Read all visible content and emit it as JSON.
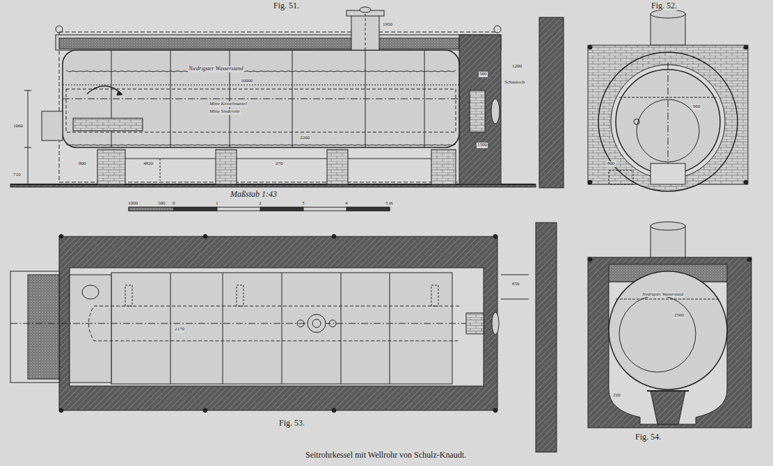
{
  "diagram": {
    "caption": "Seitrohrkessel mit Wellrohr von Schulz-Knaudt.",
    "labels": [
      "Fig. 51.",
      "Fig. 52.",
      "Fig. 53.",
      "Fig. 54.",
      "Maßstab 1:43",
      "1000",
      "500",
      "0",
      "1",
      "2",
      "3",
      "4",
      "5 m",
      "Niedrigster Wasserstand",
      "10000",
      "Mitte Kesselmantel",
      "Mitte Siederohr",
      "1950",
      "2200",
      "500",
      "1200",
      "Schauloch",
      "1500",
      "1060",
      "710",
      "800",
      "4820",
      "270",
      "650",
      "2170",
      "960",
      "800",
      "2500",
      "Niedrigster Wasserstand",
      "220"
    ]
  }
}
